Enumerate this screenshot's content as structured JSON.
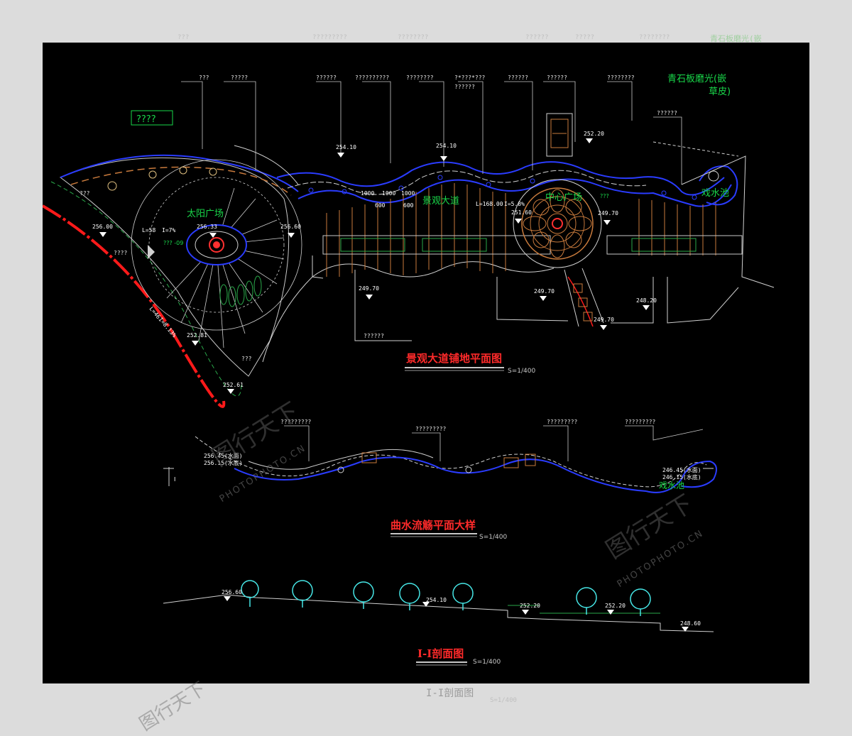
{
  "plan": {
    "title": "景观大道铺地平面图",
    "scale": "S=1/400",
    "legend_box": "????",
    "zones": {
      "sun_plaza": "太阳广场",
      "avenue": "景观大道",
      "center_plaza": "中心广场",
      "water_pool": "戏水池"
    },
    "material_note_line1": "青石板磨光(嵌",
    "material_note_line2": "草皮)",
    "top_callouts": [
      "???",
      "?????",
      "??????",
      "??????????",
      "????????",
      "?*???*???",
      "??????",
      "??????",
      "????????"
    ],
    "sub_callout": "??????",
    "right_callout": "??????",
    "left_callouts": [
      "???",
      "????",
      "???  -09",
      "???",
      "??????",
      "???"
    ],
    "elevations": [
      "254.10",
      "254.10",
      "252.20",
      "256.00",
      "256.33",
      "256.60",
      "251.60",
      "249.70",
      "249.70",
      "249.70",
      "249.70",
      "248.20",
      "252.81",
      "252.61"
    ],
    "dims": [
      "L=58",
      "I=7%",
      "L=168.00",
      "I=5.8%",
      "L=46",
      "I=8.13%",
      "1000",
      "1000",
      "600",
      "600",
      "1000"
    ]
  },
  "detail": {
    "title": "曲水流觞平面大样",
    "scale": "S=1/400",
    "callouts": [
      "?????????",
      "?????????",
      "?????????",
      "?????????"
    ],
    "water_levels_left": [
      "256.45(水面)",
      "256.15(水底)"
    ],
    "water_levels_right": [
      "246.45(水面)",
      "246.15(水底)"
    ],
    "pool_label": "戏水池",
    "section_mark": "I"
  },
  "section": {
    "title": "I-I剖面图",
    "scale": "S=1/400",
    "elevations": [
      "256.60",
      "254.10",
      "252.20",
      "252.20",
      "248.60"
    ]
  },
  "watermark": {
    "brand": "PHOTOPHOTO.CN",
    "logo_chars": "图行天下"
  },
  "outside_labels": [
    "???",
    "?????????",
    "????????",
    "??????",
    "?????",
    "????????",
    "青石板磨光(嵌"
  ],
  "colors": {
    "background": "#000000",
    "page": "#dcdcdc",
    "label_green": "#19d84a",
    "title_red": "#ff2a2a",
    "path_blue": "#2a3cff",
    "road_red": "#ff1a1a",
    "paving_orange": "#c87a3c",
    "tree_cyan": "#46e6e6"
  }
}
